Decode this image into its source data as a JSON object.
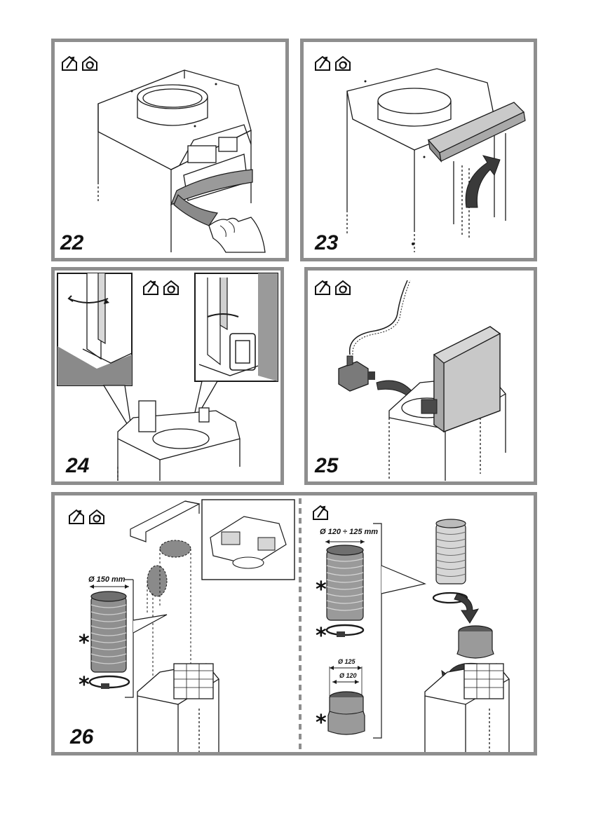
{
  "steps": {
    "s22": "22",
    "s23": "23",
    "s24": "24",
    "s25": "25",
    "s26": "26"
  },
  "dimensions": {
    "d150": "Ø 150 mm",
    "d120_125": "Ø 120 ÷ 125 mm",
    "d125": "Ø 125",
    "d120": "Ø 120"
  },
  "asterisk": "*",
  "icons": {
    "exhaust": "outdoor-exhaust-icon",
    "recirculation": "recirculation-icon"
  },
  "colors": {
    "frame": "#8e8e8e",
    "line": "#1a1a1a",
    "shade": "#9a9a9a",
    "dark_shade": "#6f6f6f",
    "light_shade": "#d6d6d6"
  }
}
